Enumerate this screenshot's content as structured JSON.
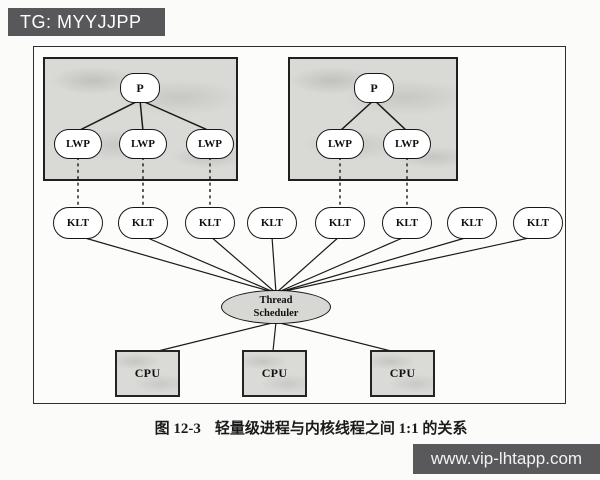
{
  "source_tag": {
    "text": "TG: MYYJJPP"
  },
  "watermark": {
    "text": "www.vip-lhtapp.com"
  },
  "figure": {
    "caption_label": "图 12-3",
    "caption_text": "轻量级进程与内核线程之间 1:1 的关系"
  },
  "nodes": {
    "process_label": "P",
    "lwp_label": "LWP",
    "klt_label": "KLT",
    "scheduler_line1": "Thread",
    "scheduler_line2": "Scheduler",
    "cpu_label": "CPU"
  },
  "structure": {
    "left_process_lwp_count": 3,
    "right_process_lwp_count": 2,
    "klt_count": 8,
    "cpu_count": 3,
    "lwp_klt_mapping": "1:1 dashed links (5 of 8 KLTs attached)",
    "all_klts_connect_to": "Thread Scheduler",
    "scheduler_connects_to": "3 CPUs"
  },
  "colors": {
    "banner_background": "#58585a",
    "banner_text": "#ffffff",
    "process_box_fill": "#d9d9d5",
    "scheduler_fill": "#d7d7d3",
    "cpu_fill": "#dadad6",
    "node_fill": "#ffffff",
    "line": "#1a1a1a",
    "page_background": "#fbfbfa"
  }
}
